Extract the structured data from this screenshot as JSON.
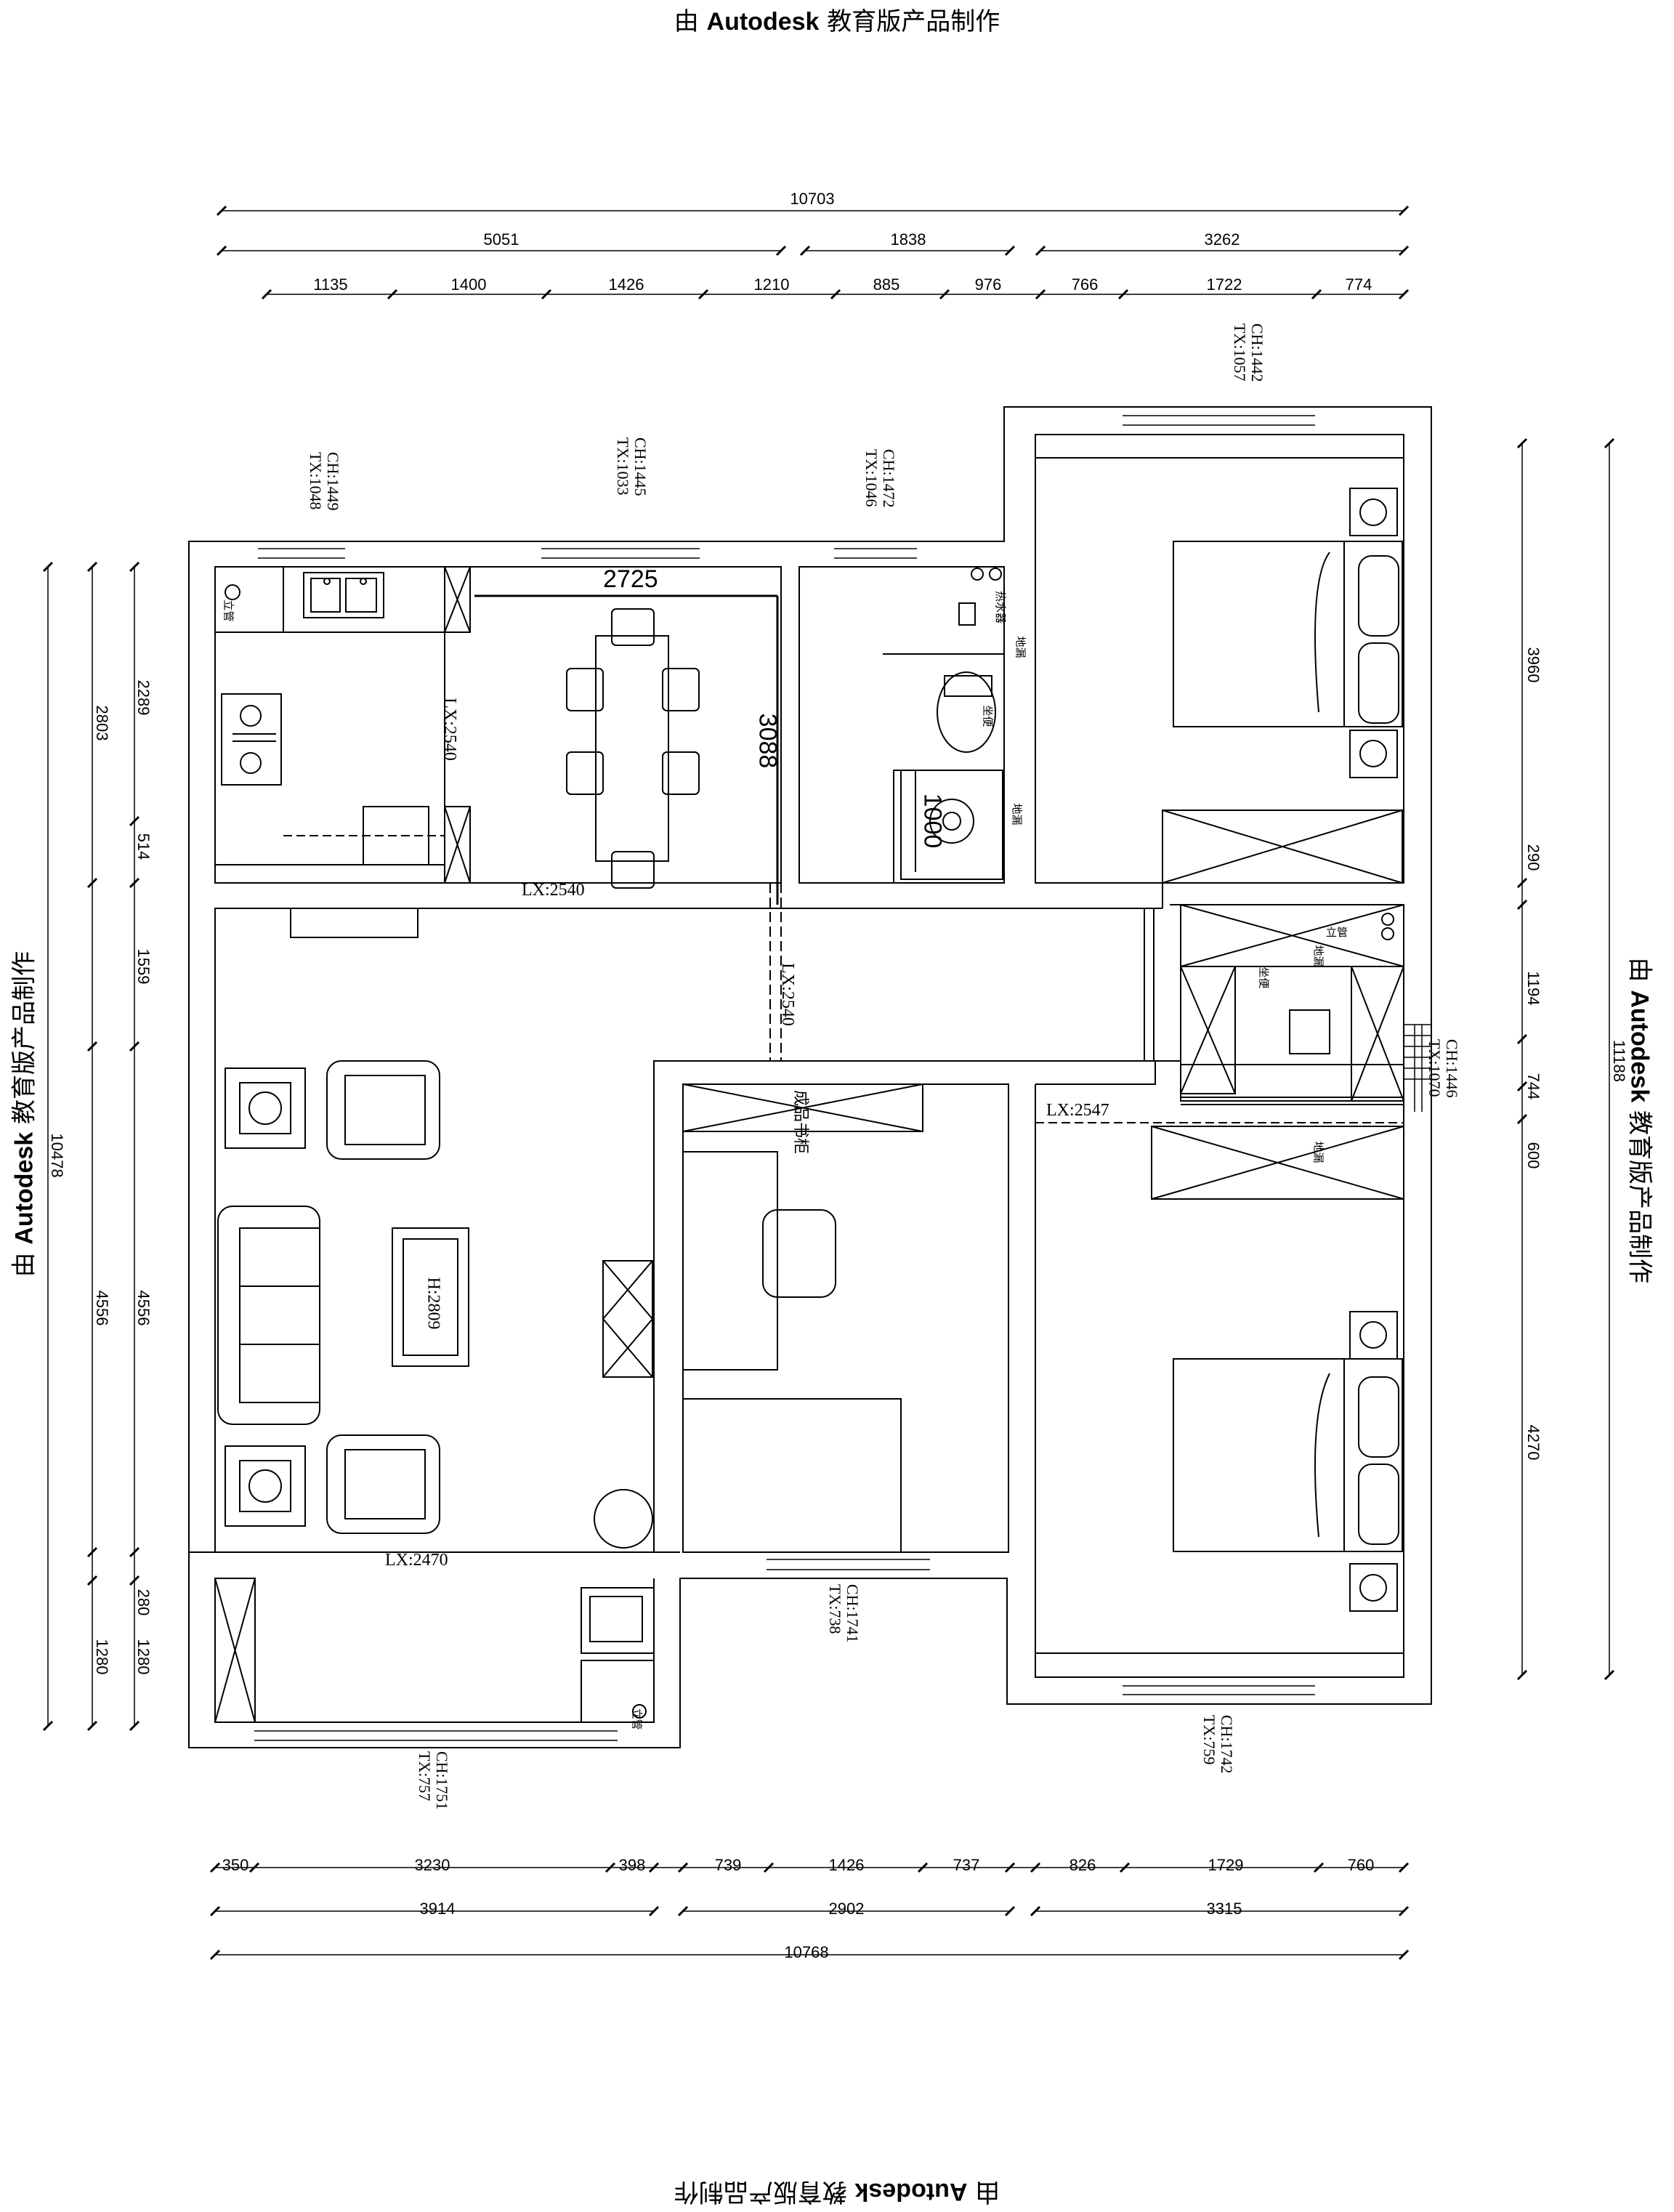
{
  "watermark": {
    "prefix": "由 ",
    "brand": "Autodesk",
    "suffix": " 教育版产品制作"
  },
  "dimensions": {
    "top_total": "10703",
    "top_mid": [
      "5051",
      "1838",
      "3262"
    ],
    "top_detail": [
      "1135",
      "1400",
      "1426",
      "1210",
      "885",
      "976",
      "766",
      "1722",
      "774"
    ],
    "bottom_total": "10768",
    "bottom_mid": [
      "3914",
      "2902",
      "3315"
    ],
    "bottom_detail": [
      "350",
      "3230",
      "398",
      "739",
      "1426",
      "737",
      "826",
      "1729",
      "760"
    ],
    "left_total": "10478",
    "left_mid": [
      "2803",
      "4556",
      "1280"
    ],
    "left_detail": [
      "2289",
      "514",
      "1559",
      "4556",
      "280",
      "1280"
    ],
    "right_total": "11188",
    "right_detail": [
      "3960",
      "290",
      "1194",
      "744",
      "600",
      "4270"
    ]
  },
  "windows": [
    {
      "ch": "CH:1449",
      "tx": "TX:1048"
    },
    {
      "ch": "CH:1445",
      "tx": "TX:1033"
    },
    {
      "ch": "CH:1472",
      "tx": "TX:1046"
    },
    {
      "ch": "CH:1442",
      "tx": "TX:1057"
    },
    {
      "ch": "CH:1446",
      "tx": "TX:1070"
    },
    {
      "ch": "CH:1741",
      "tx": "TX:738"
    },
    {
      "ch": "CH:1751",
      "tx": "TX:757"
    },
    {
      "ch": "CH:1742",
      "tx": "TX:759"
    }
  ],
  "room_labels": {
    "dining_width": "2725",
    "dining_depth": "3088",
    "basin_depth": "1000",
    "lx_kitchen": "LX:2540",
    "lx_dining": "LX:2540",
    "lx_corridor": "LX:2540",
    "lx_living": "LX:2470",
    "lx_bedroom": "LX:2547",
    "tv_wall": "H:2809",
    "wardrobe_text": "成品书柜",
    "floor_drain": "地漏",
    "toilet": "坐便",
    "water_heater": "热水器",
    "vertical_pipe": "立管"
  }
}
